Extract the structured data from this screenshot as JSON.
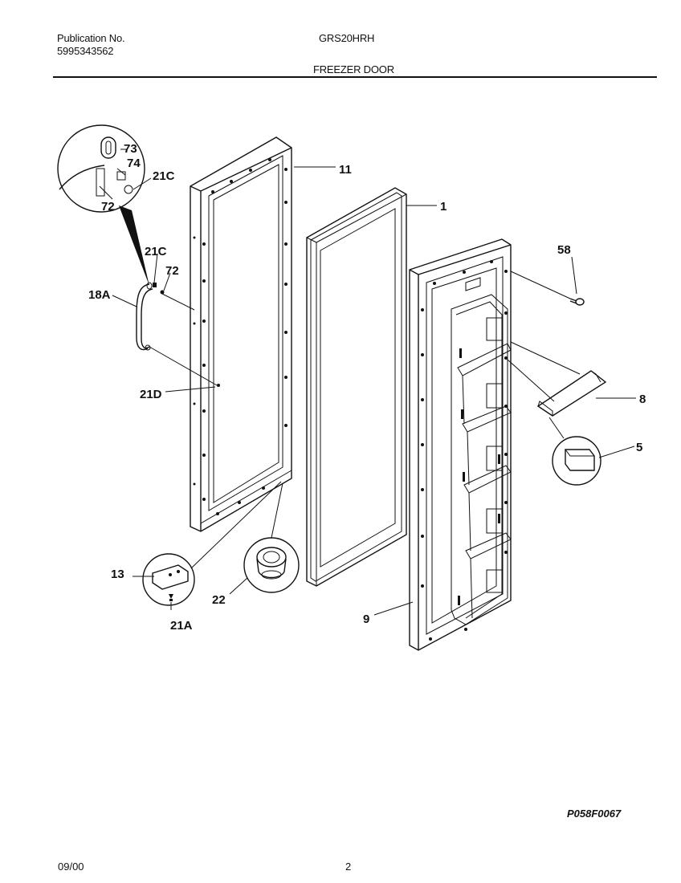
{
  "header": {
    "publication_label": "Publication No.",
    "publication_number": "5995343562",
    "model": "GRS20HRH",
    "section_title": "FREEZER DOOR"
  },
  "callouts": {
    "c73": "73",
    "c74": "74",
    "c21C_detail": "21C",
    "c72_detail": "72",
    "c11": "11",
    "c1": "1",
    "c58": "58",
    "c21C": "21C",
    "c72": "72",
    "c18A": "18A",
    "c21D": "21D",
    "c8": "8",
    "c5": "5",
    "c13": "13",
    "c22": "22",
    "c9": "9",
    "c21A": "21A"
  },
  "diagram_code": "P058F0067",
  "footer": {
    "date": "09/00",
    "page": "2"
  }
}
